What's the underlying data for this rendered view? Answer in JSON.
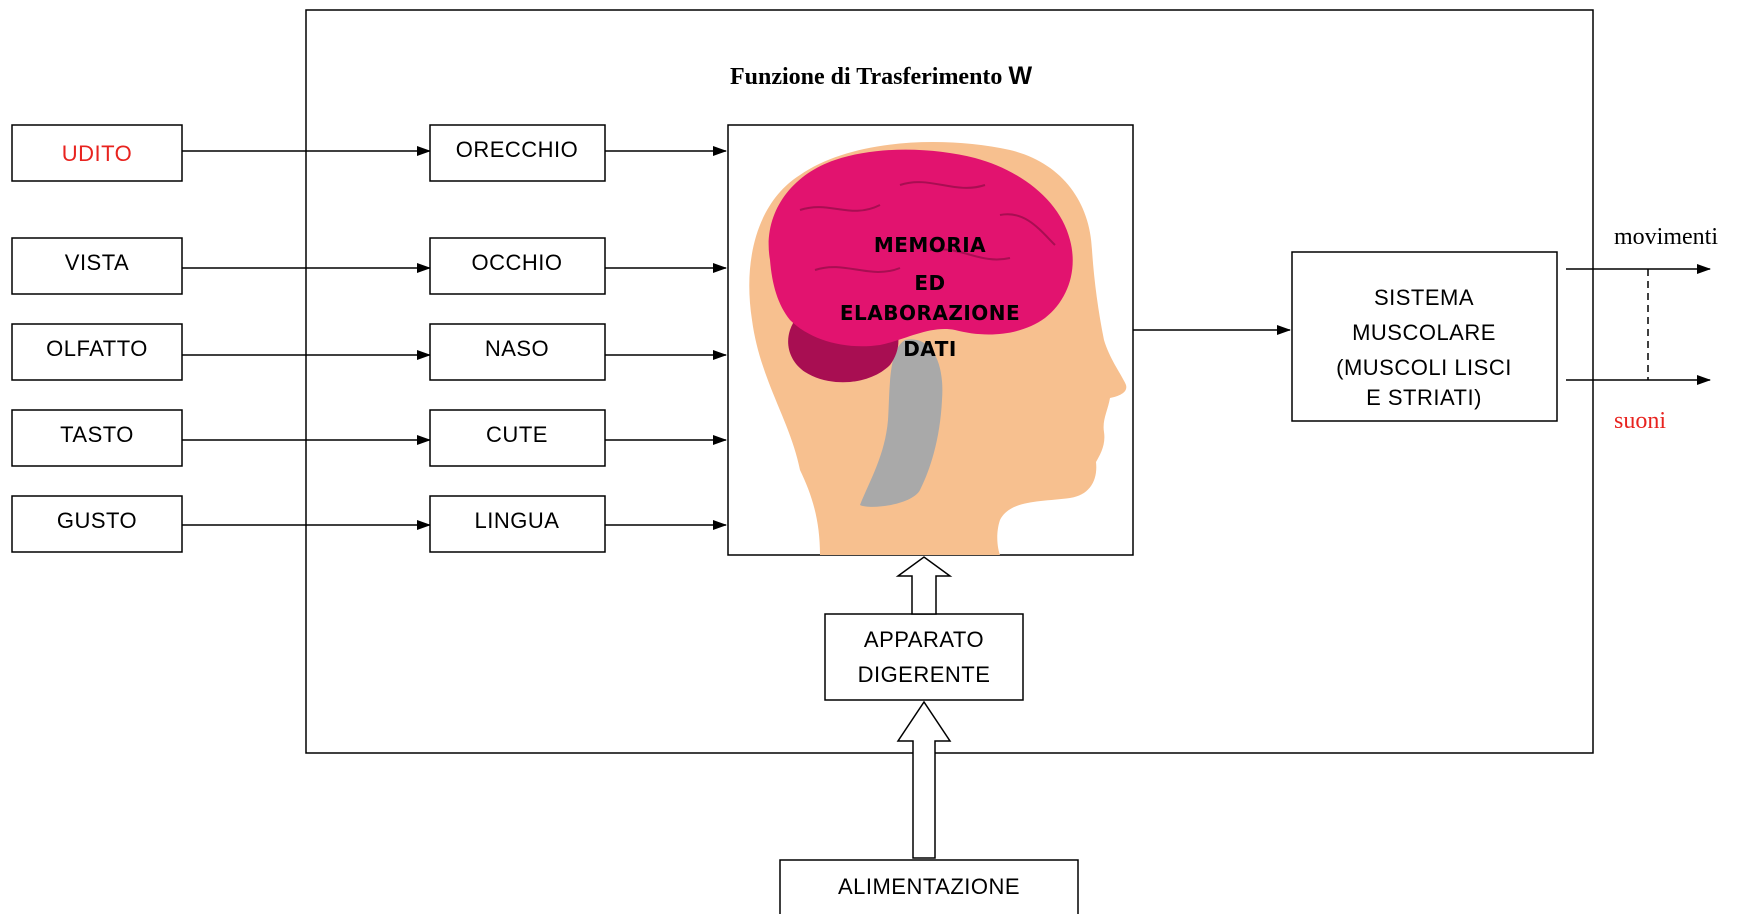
{
  "title": {
    "main": "Funzione di Trasferimento ",
    "symbol": "W"
  },
  "senses": [
    "UDITO",
    "VISTA",
    "OLFATTO",
    "TASTO",
    "GUSTO"
  ],
  "organs": [
    "ORECCHIO",
    "OCCHIO",
    "NASO",
    "CUTE",
    "LINGUA"
  ],
  "brain": {
    "lines": [
      "MEMORIA",
      "ED",
      "ELABORAZIONE",
      "DATI"
    ],
    "colors": {
      "skin": "#f7c08f",
      "brain": "#e2136f",
      "brain_dark": "#a80e52",
      "stem": "#a9a9a9"
    }
  },
  "output_system": {
    "lines": [
      "SISTEMA",
      "MUSCOLARE",
      "(MUSCOLI LISCI",
      "E STRIATI)"
    ]
  },
  "outputs": {
    "movements": "movimenti",
    "sounds": "suoni"
  },
  "digestive": {
    "lines": [
      "APPARATO",
      "DIGERENTE"
    ]
  },
  "feeding": "ALIMENTAZIONE",
  "colors": {
    "red_label": "#e8231f",
    "line": "#000000"
  }
}
